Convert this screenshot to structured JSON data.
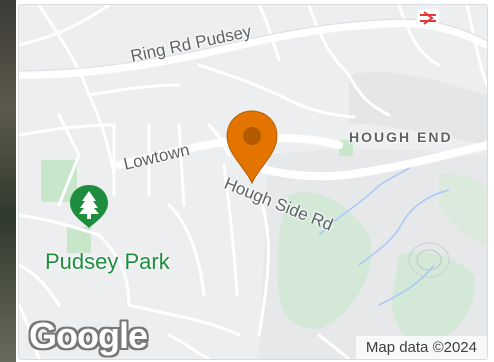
{
  "map": {
    "road_labels": {
      "ring_rd": "Ring Rd Pudsey",
      "lowtown": "Lowtown",
      "hough_side_rd": "Hough Side Rd"
    },
    "area_labels": {
      "hough_end": "HOUGH END"
    },
    "poi_labels": {
      "pudsey_park": "Pudsey Park"
    },
    "logo_text": "Google",
    "attribution": "Map data ©2024",
    "pin_color": "#e37400",
    "park_color": "#1e8e3e",
    "rail_color": "#e53935"
  }
}
